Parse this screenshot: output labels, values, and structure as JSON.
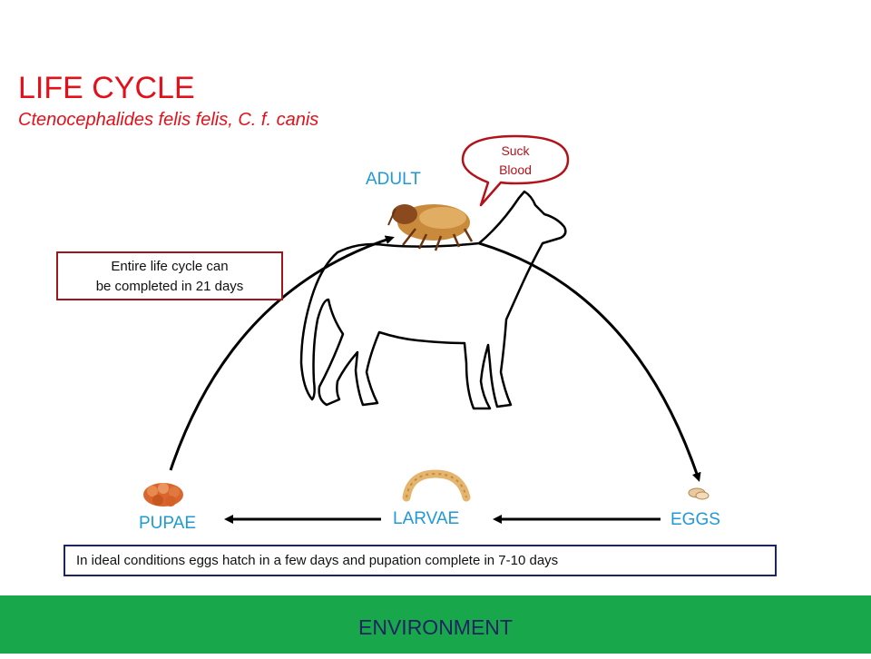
{
  "title": "LIFE CYCLE",
  "subtitle": "Ctenocephalides felis felis, C. f. canis",
  "stages": {
    "adult": "ADULT",
    "eggs": "EGGS",
    "larvae": "LARVAE",
    "pupae": "PUPAE"
  },
  "speech_bubble": {
    "line1": "Suck",
    "line2": "Blood"
  },
  "info_box": {
    "line1": "Entire life cycle can",
    "line2": "be completed in 21 days"
  },
  "conditions_note": "In ideal conditions eggs hatch in a few days and pupation complete in 7-10 days",
  "environment_label": "ENVIRONMENT",
  "colors": {
    "title": "#e3101a",
    "stage_label": "#1f9ad6",
    "environment_band": "#18a84b",
    "info_box_border": "#a0141c",
    "note_box_border": "#1b2560"
  },
  "icons": [
    "dog-outline-icon",
    "adult-flea-icon",
    "eggs-icon",
    "larva-icon",
    "pupae-icon",
    "speech-bubble-icon"
  ]
}
